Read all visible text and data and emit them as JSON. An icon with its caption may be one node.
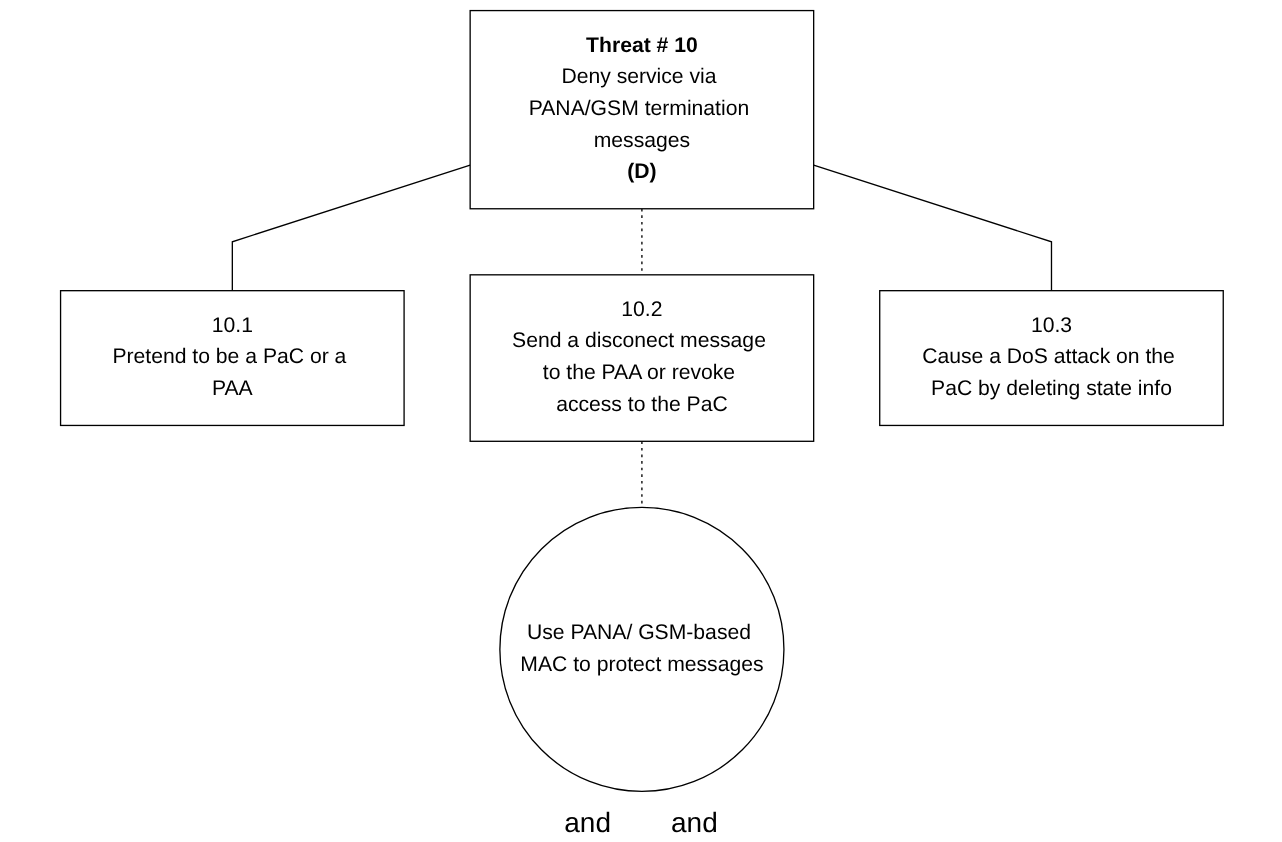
{
  "diagram": {
    "nodes": [
      {
        "text": [
          "Threat # 10",
          "Deny service via PANA/GSM termination messages",
          "(D)"
        ]
      },
      {
        "text": [
          "10.1",
          "Pretend to be a PaC or a PAA"
        ]
      },
      {
        "text": [
          "10.2",
          "Send a disconect message to the PAA or revoke access to the PaC"
        ]
      },
      {
        "text": [
          "10.3",
          "Cause a DoS attack on the PaC by deleting state info"
        ]
      },
      {
        "text": [
          "Use PANA/ GSM-based MAC to protect messages"
        ]
      }
    ],
    "edges": [
      {
        "from": 0,
        "to": 1,
        "arrow": "none"
      },
      {
        "from": 0,
        "to": 2,
        "arrow": "none",
        "style": "dashed"
      },
      {
        "from": 0,
        "to": 3,
        "arrow": "none"
      },
      {
        "from": 2,
        "to": 4,
        "arrow": "none",
        "style": "dashed"
      }
    ],
    "labels": [
      "and",
      "and"
    ]
  }
}
